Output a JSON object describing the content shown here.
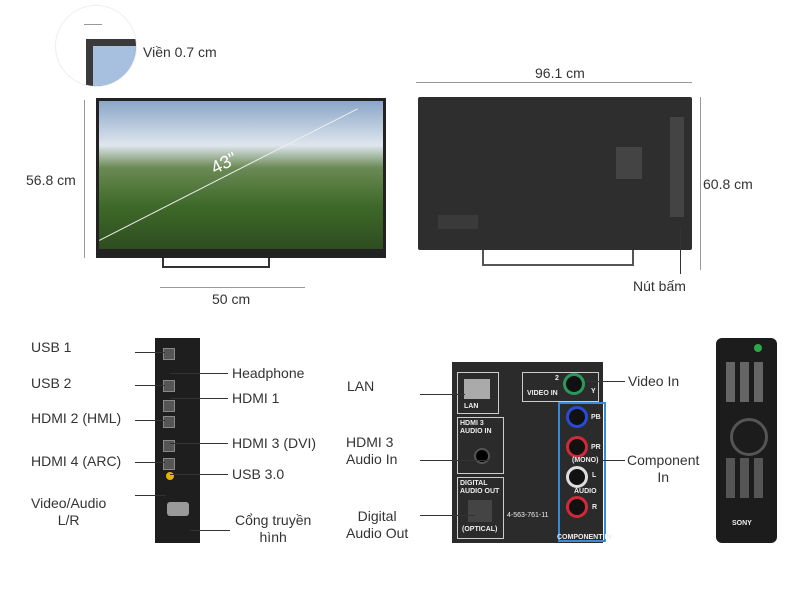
{
  "dimensions": {
    "bezel": "Viền 0.7 cm",
    "height_front": "56.8 cm",
    "diagonal": "43\"",
    "stand_width": "50 cm",
    "width": "96.1 cm",
    "height_back": "60.8 cm",
    "button": "Nút bấm",
    "brand": "SONY"
  },
  "side_ports": {
    "left": [
      "USB 1",
      "USB 2",
      "HDMI 2 (HML)",
      "HDMI 4 (ARC)"
    ],
    "video_audio": [
      "Video/Audio",
      "L/R"
    ],
    "right": [
      "Headphone",
      "HDMI 1",
      "HDMI 3 (DVI)",
      "USB 3.0"
    ],
    "antenna": [
      "Cổng truyền",
      "hình"
    ]
  },
  "back_ports": {
    "lan": "LAN",
    "hdmi_audio": [
      "HDMI 3",
      "Audio In"
    ],
    "digital": [
      "Digital",
      "Audio Out"
    ],
    "video_in": "Video In",
    "component": [
      "Component",
      "In"
    ],
    "panel": {
      "lan": "LAN",
      "hdmi3": "HDMI 3",
      "audio_in": "AUDIO IN",
      "digital": "DIGITAL",
      "audio_out": "AUDIO OUT",
      "optical": "(OPTICAL)",
      "video_in": "VIDEO IN",
      "num": "2",
      "y": "Y",
      "pb": "PB",
      "pr": "PR",
      "mono": "(MONO)",
      "l": "L",
      "audio": "AUDIO",
      "r": "R",
      "component": "COMPONENT IN",
      "code": "4-563-761-11"
    }
  },
  "colors": {
    "screen_sky": "#9fb6d2",
    "screen_green": "#3f6a2a",
    "tv_body": "#2a2a2a",
    "component_box": "#3a8ad8",
    "remote_power": "#2ca84a"
  }
}
